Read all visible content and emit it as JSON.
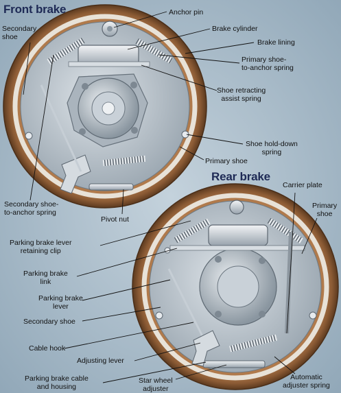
{
  "titles": {
    "front": "Front brake",
    "rear": "Rear brake"
  },
  "labels": {
    "anchor_pin": "Anchor pin",
    "brake_cylinder": "Brake cylinder",
    "brake_lining": "Brake lining",
    "primary_shoe_to_anchor_spring": [
      "Primary shoe-",
      "to-anchor spring"
    ],
    "secondary_shoe_front": [
      "Secondary",
      "shoe"
    ],
    "shoe_retracting_assist_spring": [
      "Shoe retracting",
      "assist spring"
    ],
    "shoe_hold_down_spring": [
      "Shoe hold-down",
      "spring"
    ],
    "primary_shoe_front": "Primary shoe",
    "secondary_shoe_to_anchor_spring": [
      "Secondary shoe-",
      "to-anchor spring"
    ],
    "pivot_nut": "Pivot nut",
    "carrier_plate": "Carrier plate",
    "primary_shoe_rear": [
      "Primary",
      "shoe"
    ],
    "parking_brake_lever_retaining_clip": [
      "Parking brake lever",
      "retaining clip"
    ],
    "parking_brake_link": [
      "Parking brake",
      "link"
    ],
    "parking_brake_lever": [
      "Parking brake",
      "lever"
    ],
    "secondary_shoe_rear": "Secondary shoe",
    "cable_hook": "Cable hook",
    "adjusting_lever": "Adjusting lever",
    "parking_brake_cable_and_housing": [
      "Parking brake cable",
      "and housing"
    ],
    "star_wheel_adjuster": [
      "Star wheel",
      "adjuster"
    ],
    "automatic_adjuster_spring": [
      "Automatic",
      "adjuster spring"
    ]
  },
  "colors": {
    "background": "#9db2c2",
    "drum": "#8a5a34",
    "backing_plate": "#b9c2ca",
    "title": "#1e2a55"
  }
}
